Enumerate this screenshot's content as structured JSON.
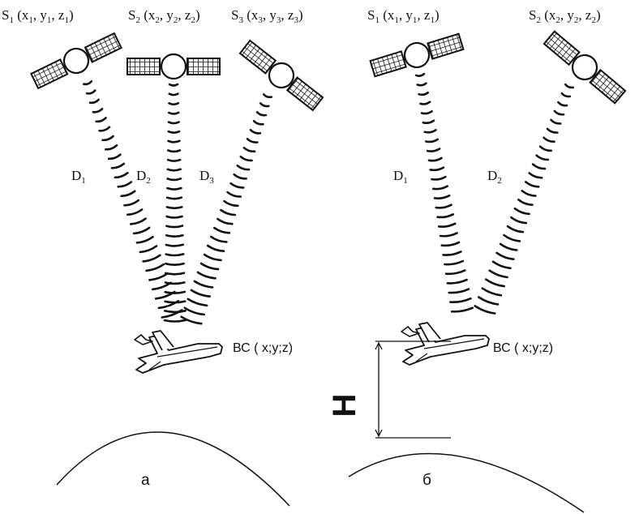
{
  "panel_a": {
    "satellites": [
      {
        "letter": "S",
        "index": "1",
        "coords": [
          "x",
          "1",
          "y",
          "1",
          "z",
          "1"
        ]
      },
      {
        "letter": "S",
        "index": "2",
        "coords": [
          "x",
          "2",
          "y",
          "2",
          "z",
          "2"
        ]
      },
      {
        "letter": "S",
        "index": "3",
        "coords": [
          "x",
          "3",
          "y",
          "3",
          "z",
          "3"
        ]
      }
    ],
    "distances": [
      {
        "letter": "D",
        "index": "1"
      },
      {
        "letter": "D",
        "index": "2"
      },
      {
        "letter": "D",
        "index": "3"
      }
    ],
    "aircraft_label": "ВС ( x;y;z)",
    "caption": "а"
  },
  "panel_b": {
    "satellites": [
      {
        "letter": "S",
        "index": "1",
        "coords": [
          "x",
          "1",
          "y",
          "1",
          "z",
          "1"
        ]
      },
      {
        "letter": "S",
        "index": "2",
        "coords": [
          "x",
          "2",
          "y",
          "2",
          "z",
          "2"
        ]
      }
    ],
    "distances": [
      {
        "letter": "D",
        "index": "1"
      },
      {
        "letter": "D",
        "index": "2"
      }
    ],
    "aircraft_label": "ВС ( x;y;z)",
    "height_label": "Н",
    "caption": "б"
  }
}
